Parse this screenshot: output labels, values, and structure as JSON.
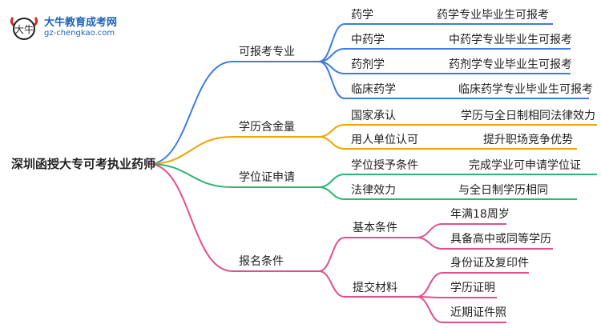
{
  "brand": {
    "name": "大牛教育成考网",
    "url": "gz-chengkao.com",
    "mark_text": "大牛"
  },
  "root": {
    "label": "深圳函授大专可考执业药师"
  },
  "branches": [
    {
      "label": "可报考专业",
      "color": "#3d7de0",
      "children": [
        {
          "label": "药学",
          "value": "药学专业毕业生可报考"
        },
        {
          "label": "中药学",
          "value": "中药学专业毕业生可报考"
        },
        {
          "label": "药剂学",
          "value": "药剂学专业毕业生可报考"
        },
        {
          "label": "临床药学",
          "value": "临床药学专业毕业生可报考"
        }
      ]
    },
    {
      "label": "学历含金量",
      "color": "#f0a500",
      "children": [
        {
          "label": "国家承认",
          "value": "学历与全日制相同法律效力"
        },
        {
          "label": "用人单位认可",
          "value": "提升职场竞争优势"
        }
      ]
    },
    {
      "label": "学位证申请",
      "color": "#2bb673",
      "children": [
        {
          "label": "学位授予条件",
          "value": "完成学业可申请学位证"
        },
        {
          "label": "法律效力",
          "value": "与全日制学历相同"
        }
      ]
    },
    {
      "label": "报名条件",
      "color": "#e0508f",
      "children": [
        {
          "label": "基本条件",
          "items": [
            "年满18周岁",
            "具备高中或同等学历"
          ]
        },
        {
          "label": "提交材料",
          "items": [
            "身份证及复印件",
            "学历证明",
            "近期证件照"
          ]
        }
      ]
    }
  ]
}
